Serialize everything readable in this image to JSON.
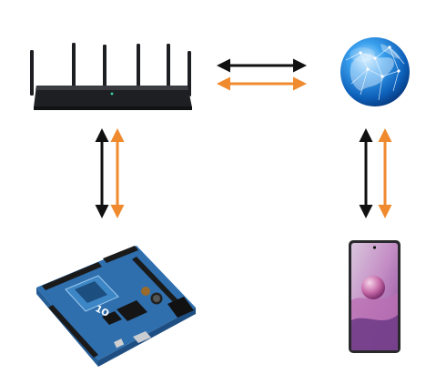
{
  "diagram": {
    "nodes": [
      {
        "id": "router",
        "icon": "wifi-router-icon"
      },
      {
        "id": "internet",
        "icon": "globe-icon"
      },
      {
        "id": "microcontroller",
        "icon": "microcontroller-board-icon",
        "board_label": "1O"
      },
      {
        "id": "smartphone",
        "icon": "smartphone-icon"
      }
    ],
    "edges": [
      {
        "from": "router",
        "to": "internet",
        "direction": "bidirectional",
        "lines": [
          "#111111",
          "#ef8a2e"
        ]
      },
      {
        "from": "router",
        "to": "microcontroller",
        "direction": "bidirectional",
        "lines": [
          "#111111",
          "#ef8a2e"
        ]
      },
      {
        "from": "internet",
        "to": "smartphone",
        "direction": "bidirectional",
        "lines": [
          "#111111",
          "#ef8a2e"
        ]
      }
    ]
  },
  "colors": {
    "arrow_dark": "#111111",
    "arrow_orange": "#ef8a2e",
    "router_body": "#1e1f22",
    "globe_blue": "#1b7fd6",
    "board_blue": "#2f6fae",
    "phone_frame": "#2a2a2e"
  }
}
